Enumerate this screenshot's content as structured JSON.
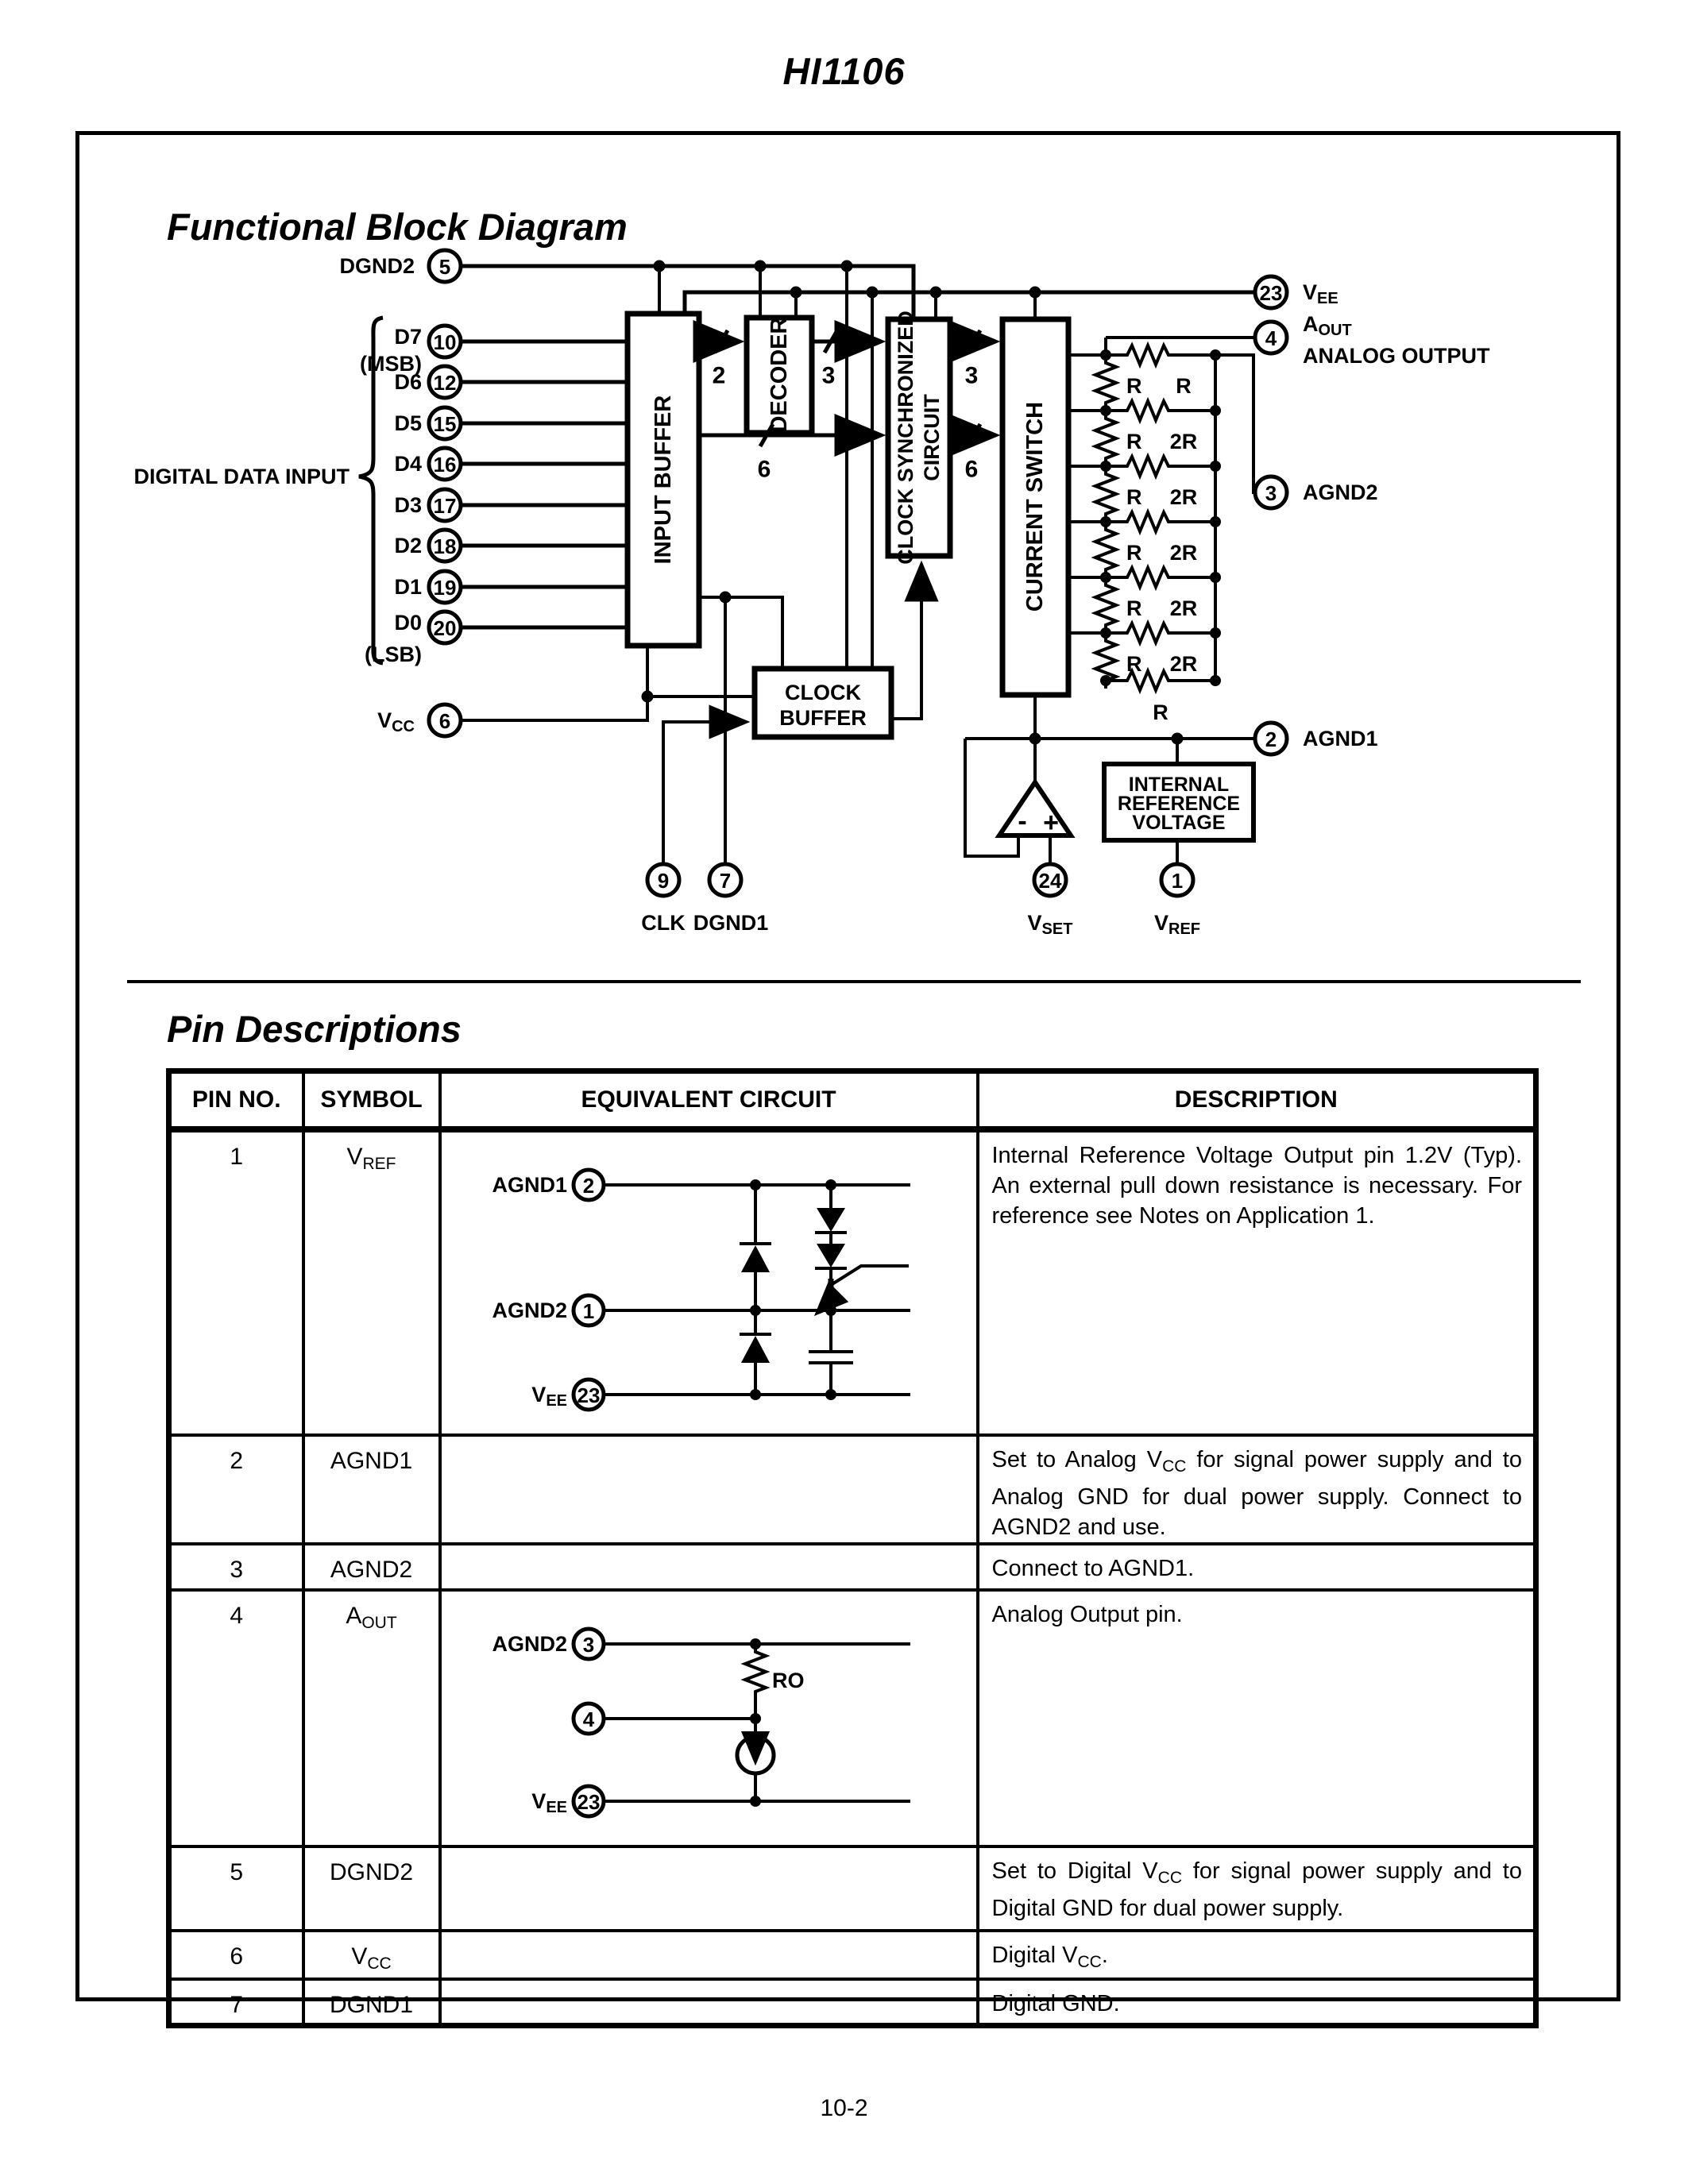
{
  "page": {
    "doc_title": "HI1106",
    "page_number": "10-2"
  },
  "sections": {
    "diagram_title": "Functional Block Diagram",
    "pins_title": "Pin Descriptions"
  },
  "diagram": {
    "digital_input_label": "DIGITAL DATA INPUT",
    "pins": {
      "dgnd2": {
        "label": "DGND2",
        "num": "5"
      },
      "d7": {
        "label": "D7",
        "sub": "(MSB)",
        "num": "10"
      },
      "d6": {
        "label": "D6",
        "num": "12"
      },
      "d5": {
        "label": "D5",
        "num": "15"
      },
      "d4": {
        "label": "D4",
        "num": "16"
      },
      "d3": {
        "label": "D3",
        "num": "17"
      },
      "d2": {
        "label": "D2",
        "num": "18"
      },
      "d1": {
        "label": "D1",
        "num": "19"
      },
      "d0": {
        "label": "D0",
        "sub": "(LSB)",
        "num": "20"
      },
      "vcc": {
        "main": "V",
        "sub": "CC",
        "num": "6"
      },
      "clk": {
        "label": "CLK",
        "num": "9"
      },
      "dgnd1": {
        "label": "DGND1",
        "num": "7"
      },
      "vee": {
        "main": "V",
        "sub": "EE",
        "num": "23"
      },
      "aout": {
        "main": "A",
        "sub": "OUT",
        "extra": "ANALOG OUTPUT",
        "num": "4"
      },
      "agnd2": {
        "label": "AGND2",
        "num": "3"
      },
      "agnd1": {
        "label": "AGND1",
        "num": "2"
      },
      "vset": {
        "main": "V",
        "sub": "SET",
        "num": "24"
      },
      "vref": {
        "main": "V",
        "sub": "REF",
        "num": "1"
      }
    },
    "blocks": {
      "input_buffer": "INPUT BUFFER",
      "decoder": "DECODER",
      "clock_sync_line1": "CLOCK SYNCHRONIZED",
      "clock_sync_line2": "CIRCUIT",
      "current_switch": "CURRENT SWITCH",
      "clock_buffer_line1": "CLOCK",
      "clock_buffer_line2": "BUFFER",
      "int_ref_line1": "INTERNAL",
      "int_ref_line2": "REFERENCE",
      "int_ref_line3": "VOLTAGE"
    },
    "bus": {
      "w2": "2",
      "w3a": "3",
      "w3b": "3",
      "w6a": "6",
      "w6b": "6"
    },
    "ladder": {
      "v1": "R",
      "v2": "R",
      "v3": "R",
      "v4": "R",
      "v5": "R",
      "v6": "R",
      "h1": "R",
      "h2": "2R",
      "h3": "2R",
      "h4": "2R",
      "h5": "2R",
      "h6": "2R",
      "term": "R"
    },
    "opamp": {
      "minus": "-",
      "plus": "+"
    }
  },
  "table": {
    "headers": {
      "pin": "PIN NO.",
      "symbol": "SYMBOL",
      "circuit": "EQUIVALENT CIRCUIT",
      "description": "DESCRIPTION"
    },
    "rows": [
      {
        "pin": "1",
        "sym_main": "V",
        "sym_sub": "REF",
        "desc": [
          {
            "t": "Internal Reference Voltage Output pin 1.2V (Typ). An external pull down resistance is necessary. For reference see Notes on Application 1."
          }
        ]
      },
      {
        "pin": "2",
        "sym_main": "AGND1",
        "sym_sub": "",
        "desc": [
          {
            "t": "Set to Analog V"
          },
          {
            "s": "CC"
          },
          {
            "t": " for signal power supply and to Analog GND for dual power supply. Connect to AGND2 and use."
          }
        ]
      },
      {
        "pin": "3",
        "sym_main": "AGND2",
        "sym_sub": "",
        "desc": [
          {
            "t": "Connect to AGND1."
          }
        ]
      },
      {
        "pin": "4",
        "sym_main": "A",
        "sym_sub": "OUT",
        "desc": [
          {
            "t": "Analog Output pin."
          }
        ]
      },
      {
        "pin": "5",
        "sym_main": "DGND2",
        "sym_sub": "",
        "desc": [
          {
            "t": "Set to Digital V"
          },
          {
            "s": "CC"
          },
          {
            "t": " for signal power supply and to Digital GND for dual power supply."
          }
        ]
      },
      {
        "pin": "6",
        "sym_main": "V",
        "sym_sub": "CC",
        "desc": [
          {
            "t": "Digital V"
          },
          {
            "s": "CC"
          },
          {
            "t": "."
          }
        ]
      },
      {
        "pin": "7",
        "sym_main": "DGND1",
        "sym_sub": "",
        "desc": [
          {
            "t": "Digital GND."
          }
        ]
      }
    ],
    "row1_circuit": {
      "agnd1": "AGND1",
      "agnd1_num": "2",
      "agnd2": "AGND2",
      "agnd2_num": "1",
      "vee_main": "V",
      "vee_sub": "EE",
      "vee_num": "23"
    },
    "row4_circuit": {
      "agnd2": "AGND2",
      "agnd2_num": "3",
      "out_num": "4",
      "ro": "RO",
      "vee_main": "V",
      "vee_sub": "EE",
      "vee_num": "23"
    }
  }
}
